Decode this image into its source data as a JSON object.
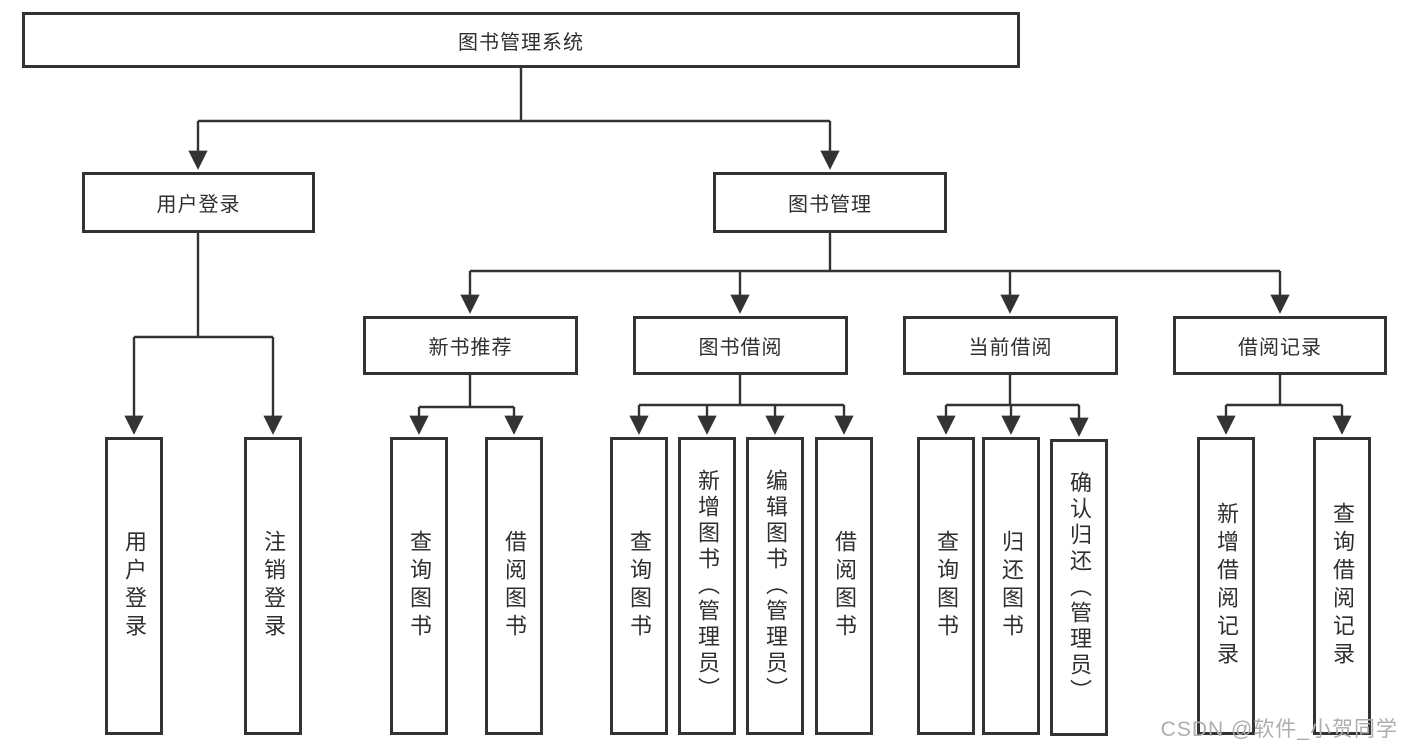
{
  "diagram": {
    "root": {
      "label": "图书管理系统"
    },
    "level2": [
      {
        "label": "用户登录"
      },
      {
        "label": "图书管理"
      }
    ],
    "level3": [
      {
        "label": "新书推荐"
      },
      {
        "label": "图书借阅"
      },
      {
        "label": "当前借阅"
      },
      {
        "label": "借阅记录"
      }
    ],
    "leaves": {
      "user_login": [
        {
          "label": "用户登录"
        },
        {
          "label": "注销登录"
        }
      ],
      "new_book": [
        {
          "label": "查询图书"
        },
        {
          "label": "借阅图书"
        }
      ],
      "book_borrow": [
        {
          "label": "查询图书"
        },
        {
          "label": "新增图书（管理员）"
        },
        {
          "label": "编辑图书（管理员）"
        },
        {
          "label": "借阅图书"
        }
      ],
      "current_borrow": [
        {
          "label": "查询图书"
        },
        {
          "label": "归还图书"
        },
        {
          "label": "确认归还（管理员）"
        }
      ],
      "borrow_record": [
        {
          "label": "新增借阅记录"
        },
        {
          "label": "查询借阅记录"
        }
      ]
    },
    "watermark": "CSDN @软件_小贺同学",
    "colors": {
      "line": "#333333",
      "box_border": "#333333",
      "box_fill": "#ffffff",
      "text": "#2f2f2f",
      "watermark": "#aeaeae",
      "background": "#ffffff"
    }
  }
}
